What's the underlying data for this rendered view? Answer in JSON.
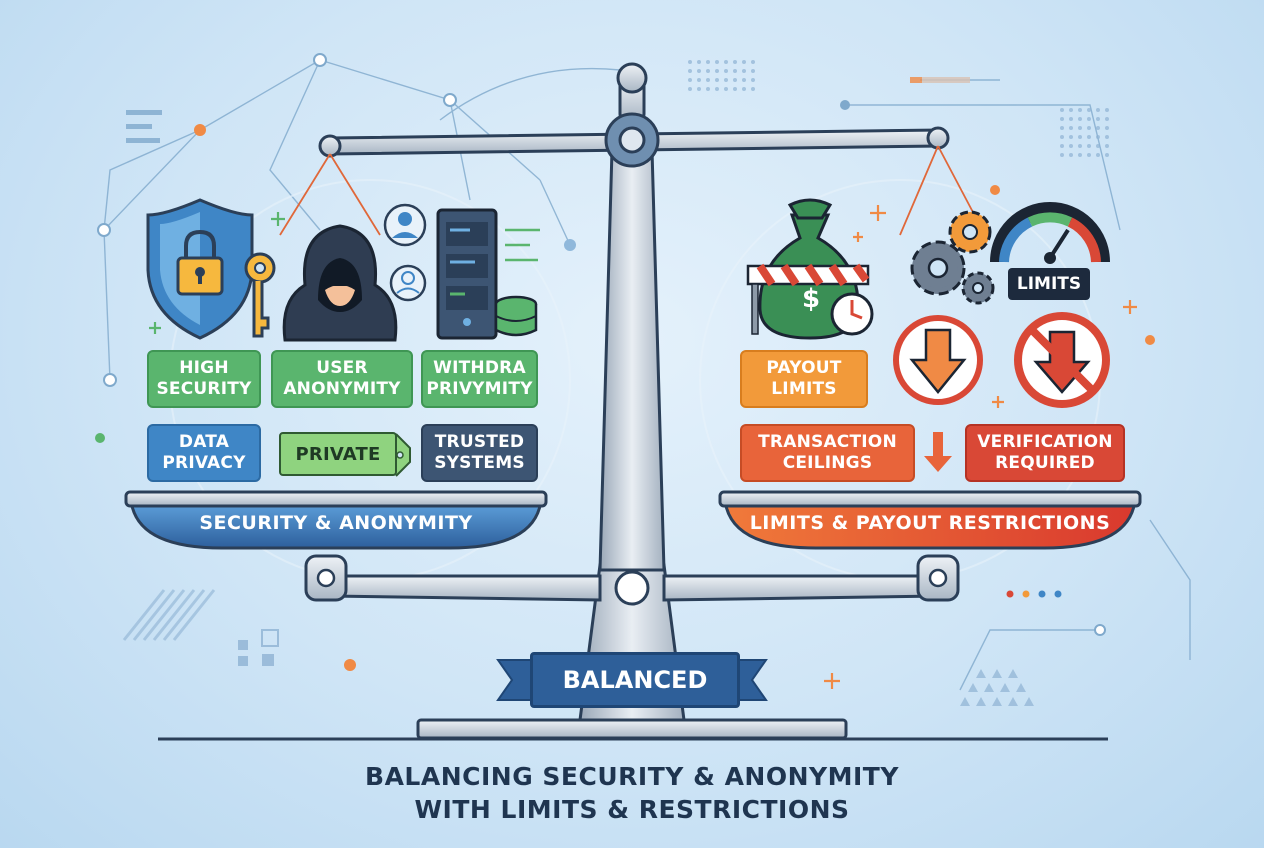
{
  "left_labels": {
    "high_security": "HIGH\nSECURITY",
    "user_anonymity": "USER\nANONYMITY",
    "withdra_privymity": "WITHDRA\nPRIVYMITY",
    "data_privacy": "DATA\nPRIVACY",
    "private_tag": "PRIVATE",
    "trusted_systems": "TRUSTED\nSYSTEMS"
  },
  "right_labels": {
    "payout_limits": "PAYOUT\nLIMITS",
    "transaction_ceilings": "TRANSACTION\nCEILINGS",
    "verification_required": "VERIFICATION\nREQUIRED",
    "limits_badge": "LIMITS",
    "money_symbol": "$"
  },
  "pans": {
    "left": "SECURITY & ANONYMITY",
    "right": "LIMITS & PAYOUT RESTRICTIONS"
  },
  "center_badge": "BALANCED",
  "title": "BALANCING SECURITY & ANONYMITY\nWITH LIMITS & RESTRICTIONS",
  "icons": [
    "shield-lock-icon",
    "key-icon",
    "hacker-icon",
    "user-icon",
    "server-icon",
    "database-icon",
    "money-bag-icon",
    "clock-icon",
    "gear-icon",
    "gauge-icon",
    "down-arrow-icon",
    "no-arrow-icon"
  ],
  "colors": {
    "green": "#5ab56e",
    "blue": "#3f86c6",
    "navy": "#3d5573",
    "orange": "#f29a3a",
    "red": "#d94836",
    "badge": "#2e5f99"
  }
}
